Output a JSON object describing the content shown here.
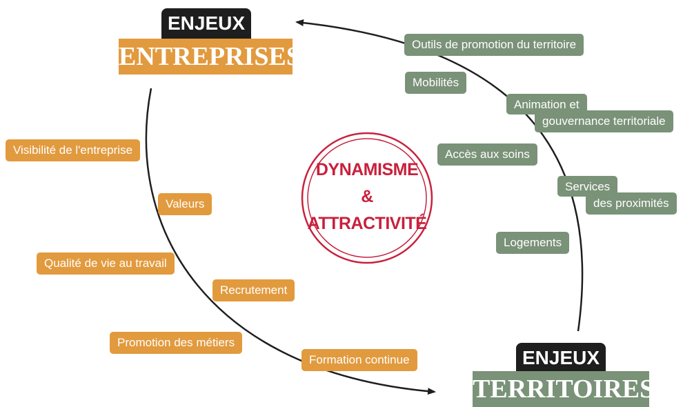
{
  "colors": {
    "orange": "#e29a3e",
    "green": "#7a9278",
    "dark": "#1e1e1e",
    "accent_red": "#c8203c"
  },
  "entreprises": {
    "label_top": "ENJEUX",
    "label_main": "ENTREPRISES",
    "items": [
      "Visibilité de l'entreprise",
      "Valeurs",
      "Qualité de vie au travail",
      "Recrutement",
      "Promotion des métiers",
      "Formation continue"
    ]
  },
  "territoires": {
    "label_top": "ENJEUX",
    "label_main": "TERRITOIRES",
    "items": [
      "Outils de promotion du territoire",
      "Mobilités",
      "Animation et",
      "gouvernance territoriale",
      "Accès aux soins",
      "Services",
      "des proximités",
      "Logements"
    ]
  },
  "center": {
    "line1": "DYNAMISME",
    "line2": "&",
    "line3": "ATTRACTIVITÉ"
  }
}
